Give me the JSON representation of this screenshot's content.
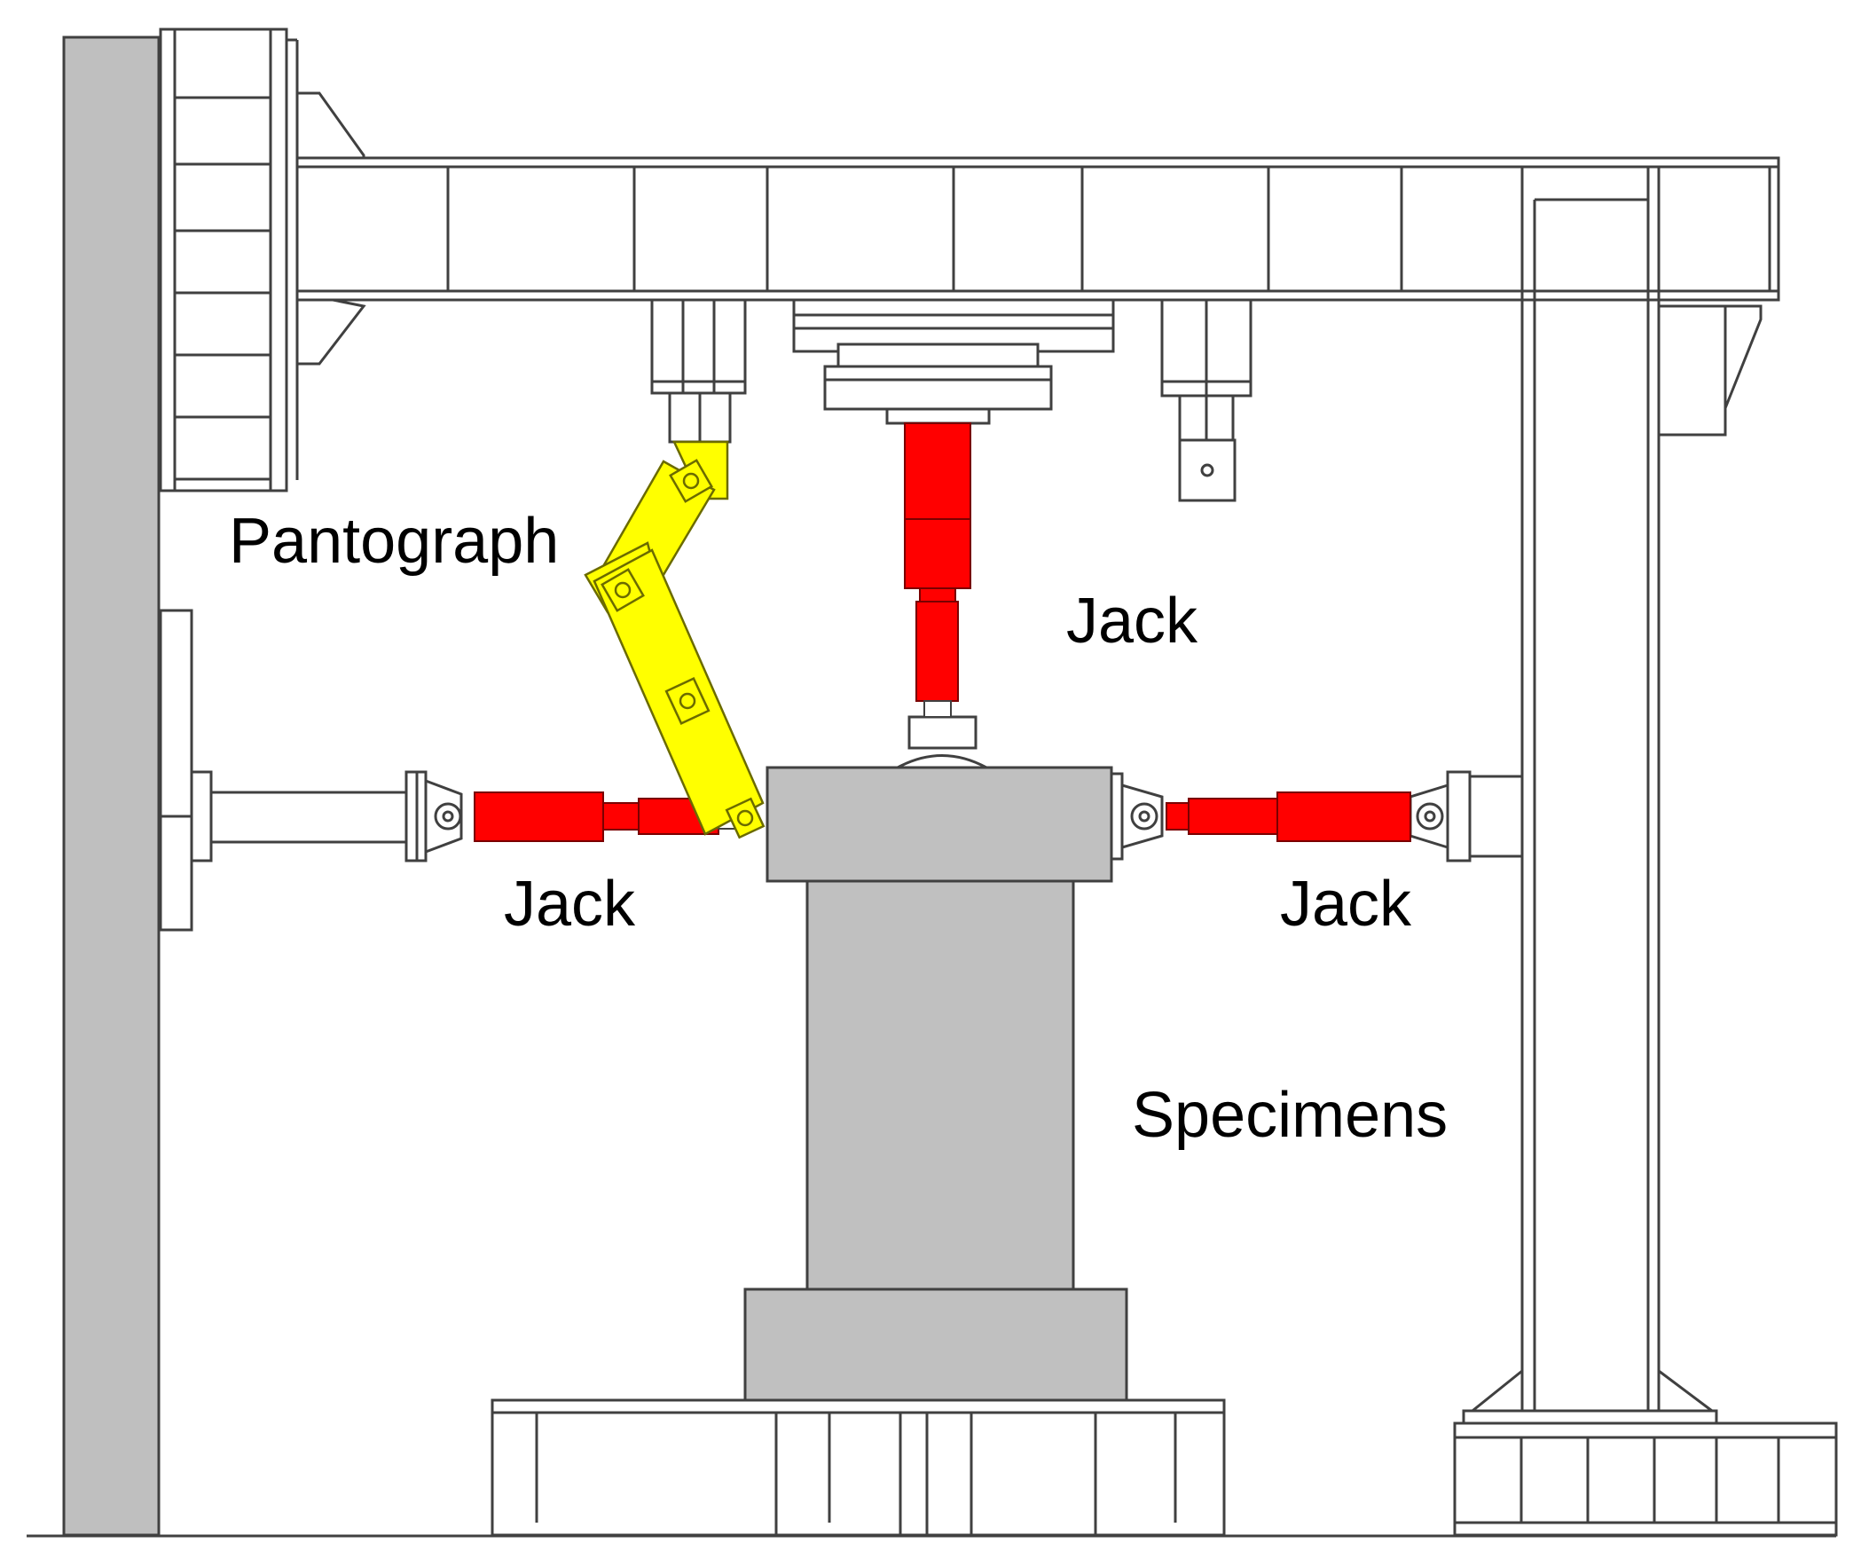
{
  "labels": {
    "pantograph": "Pantograph",
    "jack_vertical": "Jack",
    "jack_left": "Jack",
    "jack_right": "Jack",
    "specimens": "Specimens"
  },
  "colors": {
    "jack": "#ff0000",
    "pantograph": "#ffff00",
    "specimen": "#c0c0c0",
    "wall": "#bfbfbf",
    "line": "#404040",
    "background": "#ffffff"
  }
}
